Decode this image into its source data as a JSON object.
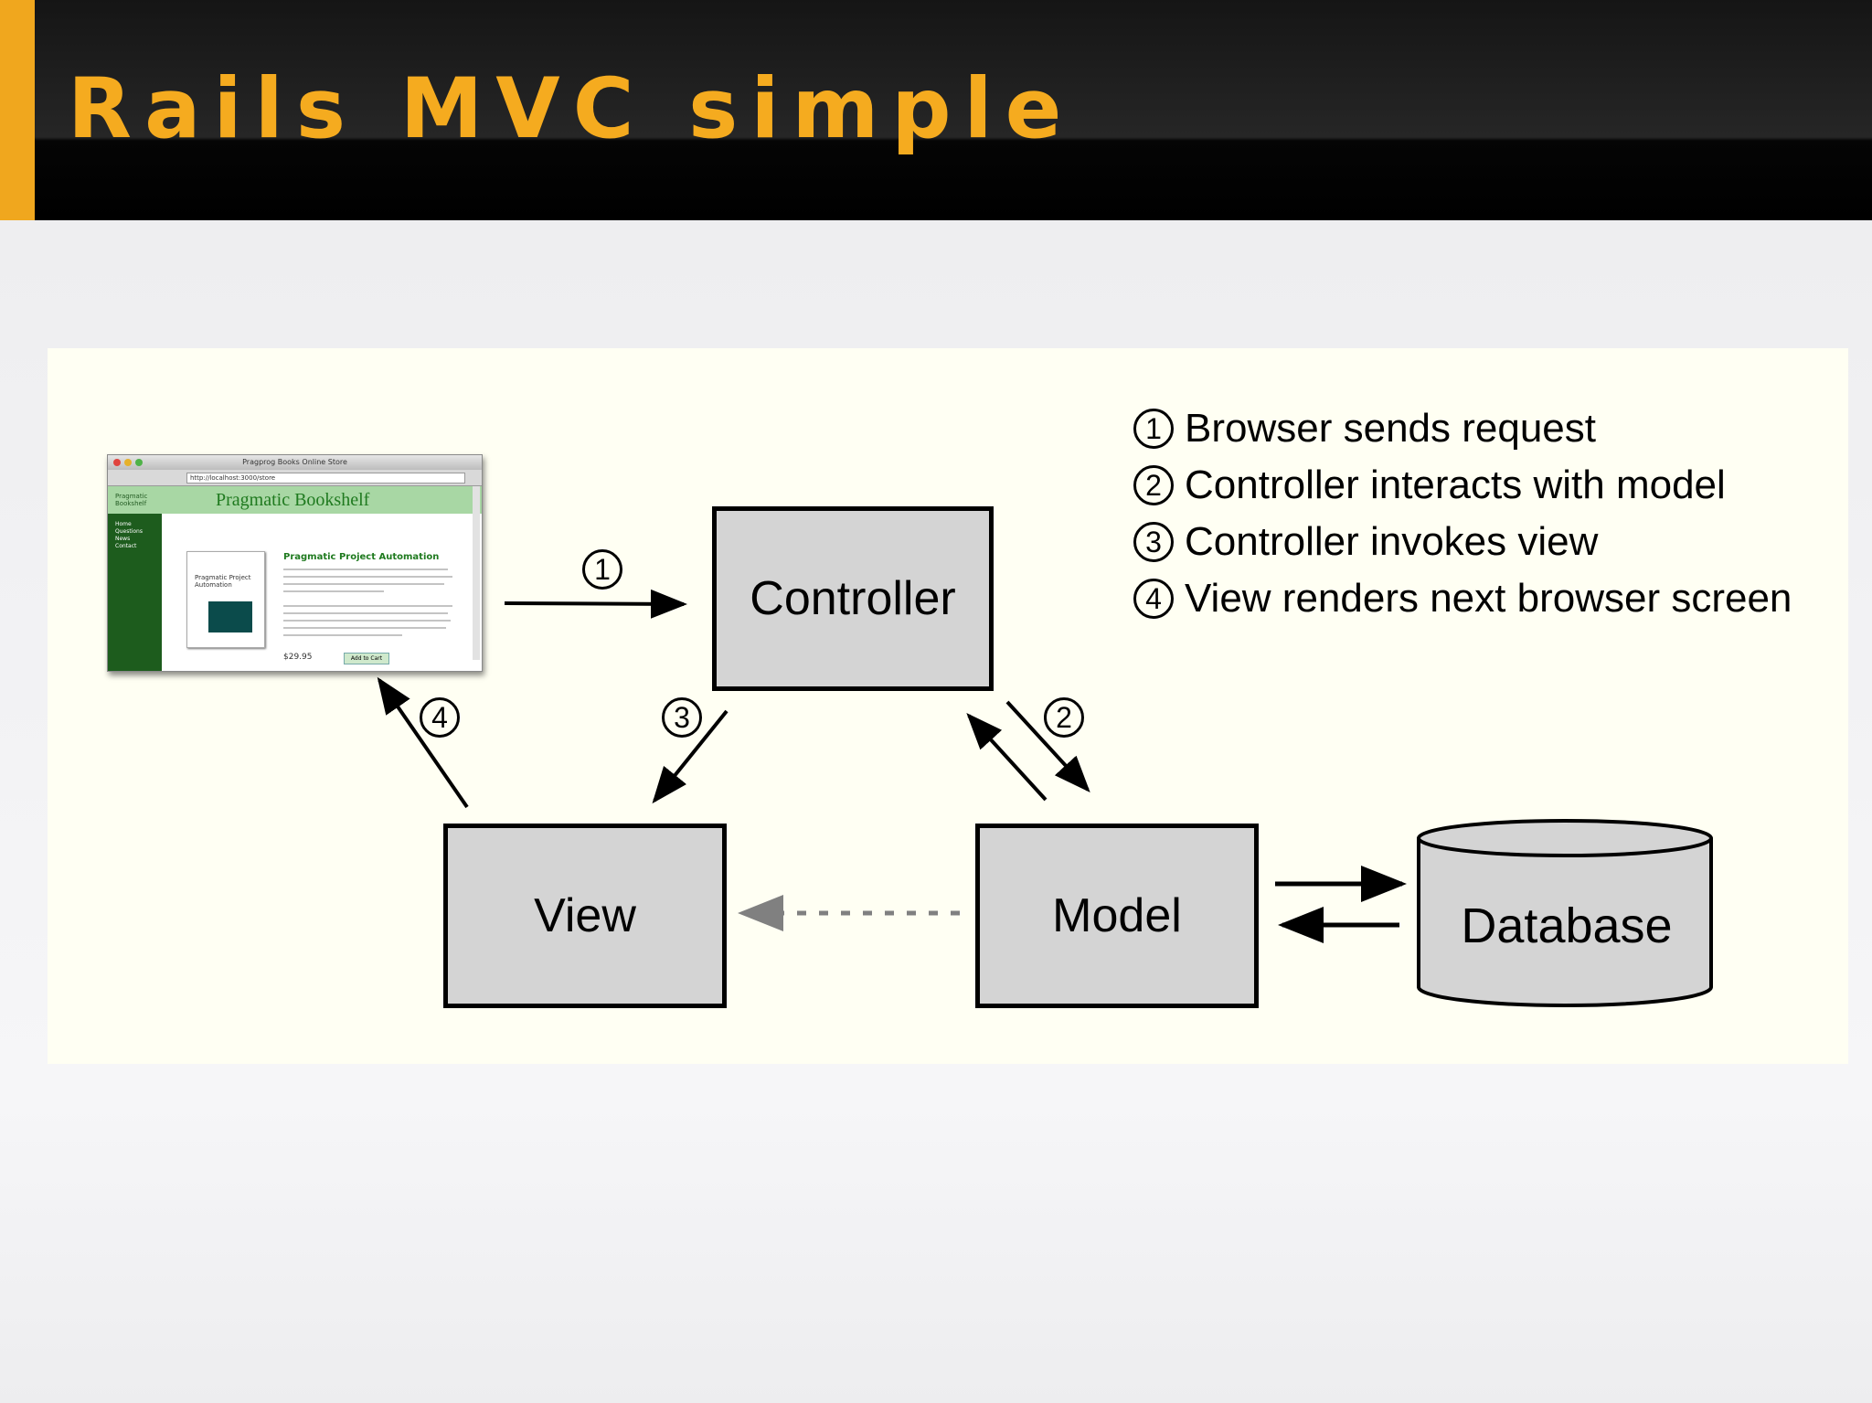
{
  "slide": {
    "title": "Rails MVC simple"
  },
  "diagram": {
    "controller_label": "Controller",
    "view_label": "View",
    "model_label": "Model",
    "database_label": "Database",
    "steps": [
      {
        "num": "1",
        "text": "Browser sends request"
      },
      {
        "num": "2",
        "text": "Controller interacts with model"
      },
      {
        "num": "3",
        "text": "Controller invokes view"
      },
      {
        "num": "4",
        "text": "View renders next browser screen"
      }
    ],
    "browser": {
      "window_title": "Pragprog Books Online Store",
      "url": "http://localhost:3000/store",
      "store_name": "Pragmatic Bookshelf",
      "logo_text": "Pragmatic Bookshelf",
      "nav": [
        "Home",
        "Questions",
        "News",
        "Contact"
      ],
      "product_title": "Pragmatic Project Automation",
      "book_cover_text": "Pragmatic Project Automation",
      "price": "$29.95",
      "cart_button": "Add to Cart"
    }
  },
  "colors": {
    "accent": "#f0a71e",
    "title": "#f5ab1f",
    "box_fill": "#d4d4d4",
    "panel": "#fffff3"
  }
}
